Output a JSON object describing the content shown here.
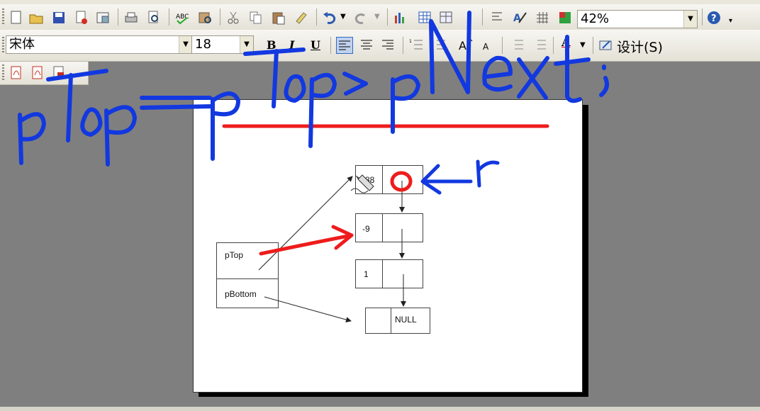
{
  "toolbar_formatting": {
    "font_name": "宋体",
    "font_size": "18",
    "bold": "B",
    "italic": "I",
    "underline": "U",
    "design_label": "设计(S)",
    "font_color_label": "A"
  },
  "toolbar_standard": {
    "zoom": "42%"
  },
  "diagram": {
    "stack_fields": [
      "pTop",
      "pBottom"
    ],
    "nodes": [
      {
        "value": "88"
      },
      {
        "value": "-9"
      },
      {
        "value": "1"
      },
      {
        "value": "",
        "next": "NULL"
      }
    ]
  },
  "annotations": {
    "handwritten_top": "pTop=pTop->pNext;",
    "pointer_label": "r"
  },
  "colors": {
    "ink_blue": "#1238e0",
    "ink_red": "#ee1c1c",
    "toolbar_bg": "#ece9d8",
    "workspace": "#7f7f7f"
  }
}
